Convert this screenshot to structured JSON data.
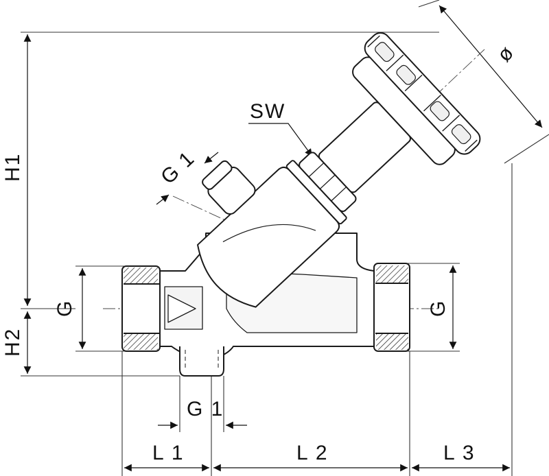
{
  "labels": {
    "h1": "H1",
    "h2": "H2",
    "g_left": "G",
    "g_right": "G",
    "g1_top": "G 1",
    "g1_bottom": "G 1",
    "sw": "SW",
    "phi": "ø",
    "l1": "L 1",
    "l2": "L 2",
    "l3": "L 3"
  },
  "colors": {
    "line": "#1a1a1a",
    "dim": "#333333",
    "shade": "#e6e6e6"
  }
}
